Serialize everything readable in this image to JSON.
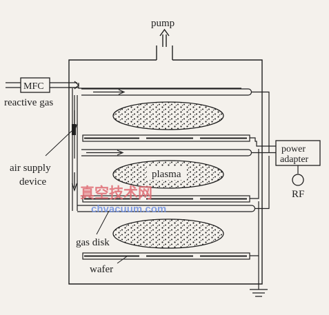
{
  "labels": {
    "pump": "pump",
    "mfc": "MFC",
    "reactive_gas": "reactive gas",
    "air_supply_line1": "air supply",
    "air_supply_line2": "device",
    "plasma": "plasma",
    "gas_disk": "gas disk",
    "wafer": "wafer",
    "power_line1": "power",
    "power_line2": "adapter",
    "rf": "RF"
  },
  "watermark": {
    "chinese": "真空技术网",
    "url": "chvacuum.com"
  },
  "colors": {
    "ink": "#1f1f1f",
    "paper": "#f4f1ec",
    "watermark_red": "#e06b72",
    "watermark_blue": "#6f8fe0"
  }
}
